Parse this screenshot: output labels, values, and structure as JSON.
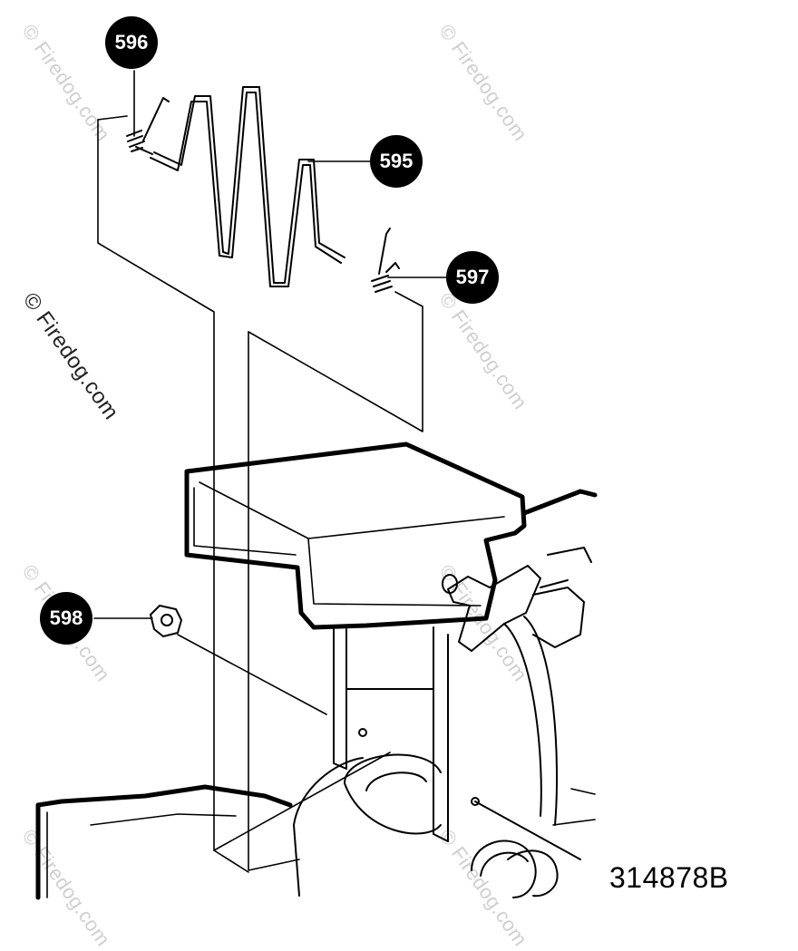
{
  "watermark": "© Firedog.com",
  "callouts": [
    {
      "id": "callout-596",
      "label": "596"
    },
    {
      "id": "callout-595",
      "label": "595"
    },
    {
      "id": "callout-597",
      "label": "597"
    },
    {
      "id": "callout-598",
      "label": "598"
    }
  ],
  "diagram_id": "314878B"
}
